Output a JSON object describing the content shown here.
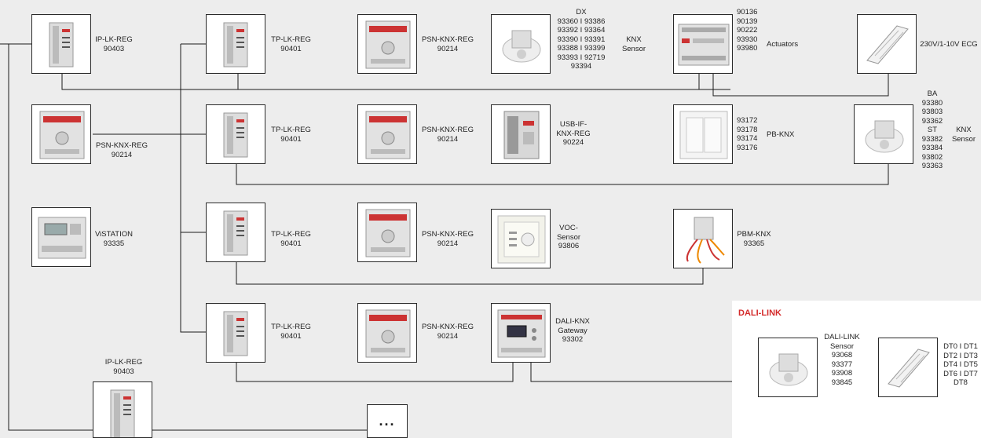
{
  "devices": [
    {
      "id": "ip1",
      "icon": "din-module-narrow-icon",
      "name": "IP-LK-REG",
      "code": "90403"
    },
    {
      "id": "tp1",
      "icon": "din-module-narrow-icon",
      "name": "TP-LK-REG",
      "code": "90401"
    },
    {
      "id": "psn1",
      "icon": "din-power-supply-icon",
      "name": "PSN-KNX-REG",
      "code": "90214"
    },
    {
      "id": "dx",
      "icon": "ceiling-sensor-icon",
      "lines": [
        "DX",
        "93360 I 93386",
        "93392 I 93364",
        "93390 I 93391",
        "93388 I 93399",
        "93393 I 92719",
        "93394"
      ],
      "extra": [
        "KNX",
        "Sensor"
      ]
    },
    {
      "id": "act",
      "icon": "actuator-module-icon",
      "lines": [
        "90136",
        "90139",
        "90222",
        "93930",
        "93980"
      ],
      "extra": [
        "Actuators"
      ]
    },
    {
      "id": "ecg1",
      "icon": "ceiling-light-icon",
      "name": "230V/1-10V ECG"
    },
    {
      "id": "psnL",
      "icon": "din-power-supply-icon",
      "name": "PSN-KNX-REG",
      "code": "90214"
    },
    {
      "id": "tp2",
      "icon": "din-module-narrow-icon",
      "name": "TP-LK-REG",
      "code": "90401"
    },
    {
      "id": "psn2",
      "icon": "din-power-supply-icon",
      "name": "PSN-KNX-REG",
      "code": "90214"
    },
    {
      "id": "usb",
      "icon": "usb-interface-icon",
      "lines": [
        "USB-IF-",
        "KNX-REG",
        "90224"
      ]
    },
    {
      "id": "pb",
      "icon": "push-button-icon",
      "lines": [
        "93172",
        "93178",
        "93174",
        "93176"
      ],
      "extra": [
        "PB-KNX"
      ]
    },
    {
      "id": "ba",
      "icon": "ceiling-sensor-icon",
      "lines": [
        "BA",
        "93380",
        "93803",
        "93362",
        "ST",
        "93382",
        "93384",
        "93802",
        "93363"
      ],
      "extra": [
        "KNX",
        "Sensor"
      ]
    },
    {
      "id": "vis",
      "icon": "vistation-icon",
      "name": "ViSTATION",
      "code": "93335"
    },
    {
      "id": "tp3",
      "icon": "din-module-narrow-icon",
      "name": "TP-LK-REG",
      "code": "90401"
    },
    {
      "id": "psn3",
      "icon": "din-power-supply-icon",
      "name": "PSN-KNX-REG",
      "code": "90214"
    },
    {
      "id": "voc",
      "icon": "voc-sensor-icon",
      "lines": [
        "VOC-",
        "Sensor",
        "93806"
      ]
    },
    {
      "id": "pbm",
      "icon": "pbm-module-icon",
      "name": "PBM-KNX",
      "code": "93365"
    },
    {
      "id": "tp4",
      "icon": "din-module-narrow-icon",
      "name": "TP-LK-REG",
      "code": "90401"
    },
    {
      "id": "psn4",
      "icon": "din-power-supply-icon",
      "name": "PSN-KNX-REG",
      "code": "90214"
    },
    {
      "id": "dali",
      "icon": "dali-gateway-icon",
      "lines": [
        "DALI-KNX",
        "Gateway",
        "93302"
      ]
    },
    {
      "id": "ip2",
      "icon": "din-module-narrow-icon",
      "name": "IP-LK-REG",
      "code": "90403"
    },
    {
      "id": "dls",
      "icon": "ceiling-sensor-icon",
      "lines": [
        "DALI-LINK",
        "Sensor",
        "93068",
        "93377",
        "93908",
        "93845"
      ]
    },
    {
      "id": "dt",
      "icon": "ceiling-light-icon",
      "lines": [
        "DT0 I DT1",
        "DT2 I DT3",
        "DT4 I DT5",
        "DT6 I DT7",
        "DT8"
      ]
    }
  ],
  "dali_panel": {
    "title": "DALI-LINK"
  },
  "more": {
    "label": "..."
  }
}
